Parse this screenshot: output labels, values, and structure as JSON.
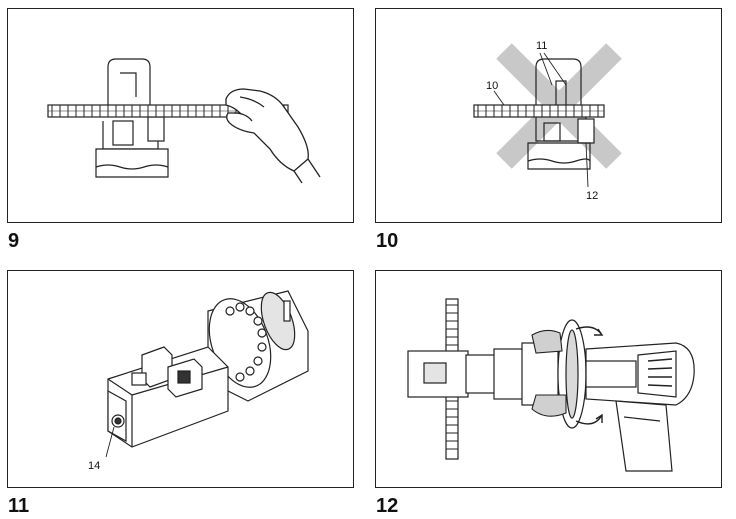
{
  "figures": [
    {
      "number": "9",
      "callouts": []
    },
    {
      "number": "10",
      "callouts": [
        "10",
        "11",
        "12"
      ]
    },
    {
      "number": "11",
      "callouts": [
        "14"
      ]
    },
    {
      "number": "12",
      "callouts": []
    }
  ],
  "colors": {
    "line": "#222222",
    "cross": "#c8c8c8",
    "shade": "#d9d9d9",
    "dark": "#333333"
  }
}
